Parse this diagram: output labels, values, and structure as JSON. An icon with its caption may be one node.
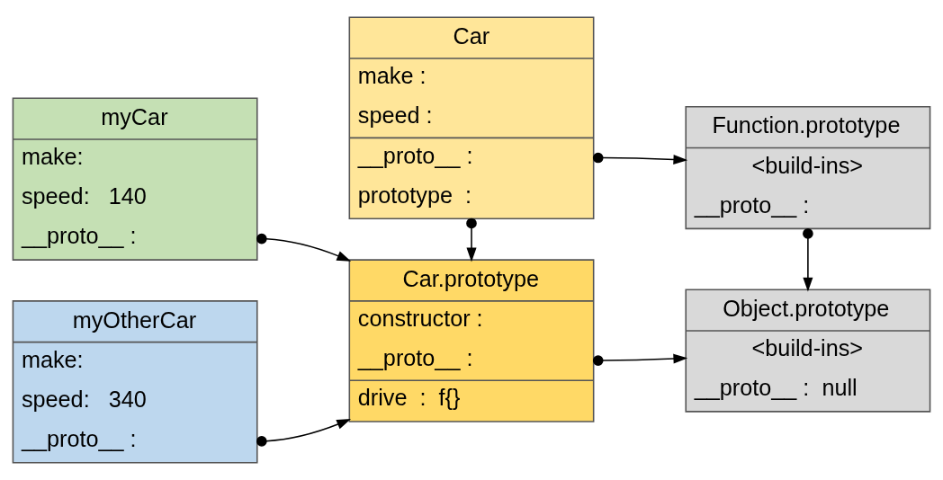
{
  "diagram": {
    "nodes": [
      {
        "text": [
          "myCar",
          "make:",
          "speed:   140",
          "__proto__ :"
        ]
      },
      {
        "text": [
          "Car",
          "make :",
          "speed :",
          "__proto__ :",
          "prototype  :"
        ]
      },
      {
        "text": [
          "Function.prototype",
          "<build-ins>",
          "__proto__ :"
        ]
      },
      {
        "text": [
          "myOtherCar",
          "make:",
          "speed:   340",
          "__proto__ :"
        ]
      },
      {
        "text": [
          "Car.prototype",
          "constructor :",
          "__proto__ :",
          "drive  :  f{}"
        ]
      },
      {
        "text": [
          "Object.prototype",
          "<build-ins>",
          "__proto__ :  null"
        ]
      }
    ],
    "edges": [
      {
        "from": 0,
        "to": 4,
        "arrow": "to"
      },
      {
        "from": 3,
        "to": 4,
        "arrow": "to"
      },
      {
        "from": 1,
        "to": 2,
        "arrow": "to"
      },
      {
        "from": 1,
        "to": 4,
        "arrow": "to"
      },
      {
        "from": 2,
        "to": 5,
        "arrow": "to"
      },
      {
        "from": 4,
        "to": 5,
        "arrow": "to"
      }
    ]
  }
}
